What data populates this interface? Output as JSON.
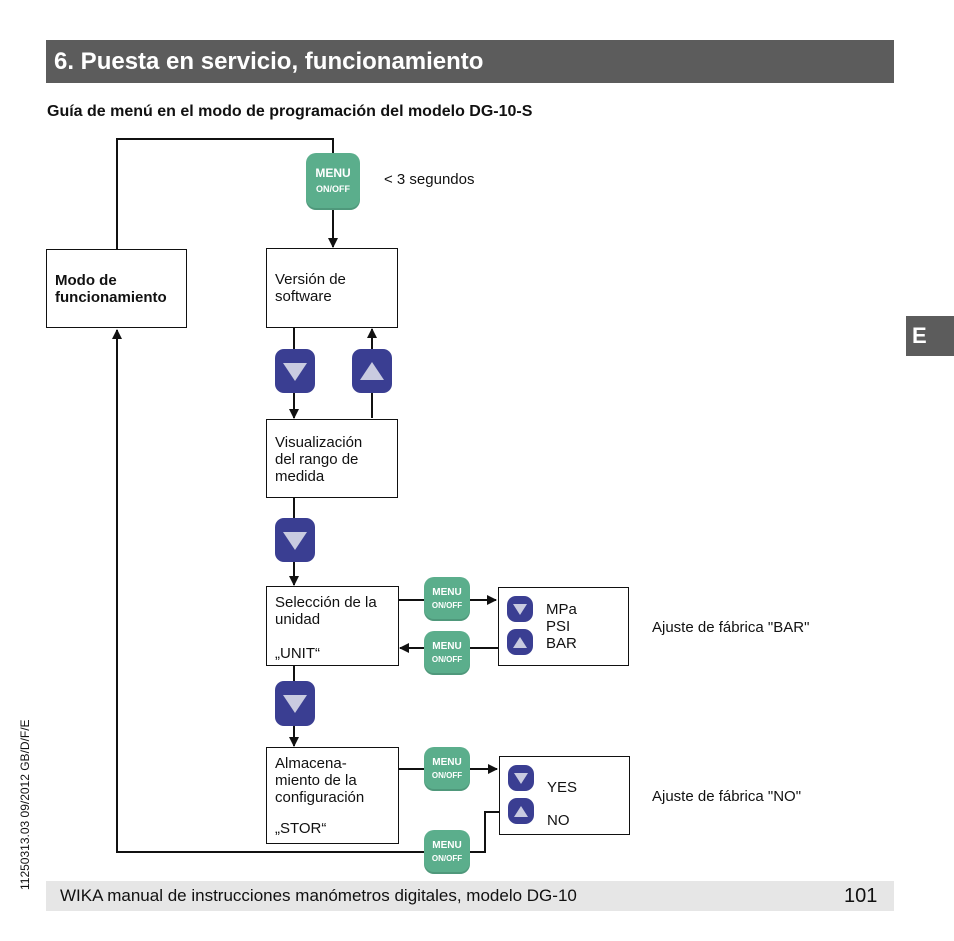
{
  "header": {
    "title": "6. Puesta en servicio, funcionamiento"
  },
  "subtitle": "Guía de menú en el modo de programación del modelo DG-10-S",
  "menu_button": {
    "label_top": "MENU",
    "label_bottom": "ON/OFF"
  },
  "press_note": "< 3 segundos",
  "boxes": {
    "mode": [
      "Modo de",
      "funcionamiento"
    ],
    "software": [
      "Versión de",
      "software"
    ],
    "range": [
      "Visualización",
      "del rango de",
      "medida"
    ],
    "unit": [
      "Selección de la",
      "unidad",
      "„UNIT“"
    ],
    "store": [
      "Almacena-",
      "miento de la",
      "configuración",
      "„STOR“"
    ]
  },
  "unit_options": [
    "MPa",
    "PSI",
    "BAR"
  ],
  "store_options": [
    "YES",
    "NO"
  ],
  "factory_unit": "Ajuste de fábrica \"BAR\"",
  "factory_store": "Ajuste de fábrica \"NO\"",
  "side_tab": "E",
  "doc_code": "11250313.03 09/2012 GB/D/F/E",
  "footer": {
    "text": "WIKA manual de instrucciones manómetros digitales, modelo DG-10",
    "page": "101"
  },
  "colors": {
    "header_bg": "#5c5c5c",
    "menu_button": "#5bae8c",
    "arrow_button": "#3a3e92",
    "footer_bg": "#e6e6e6"
  }
}
